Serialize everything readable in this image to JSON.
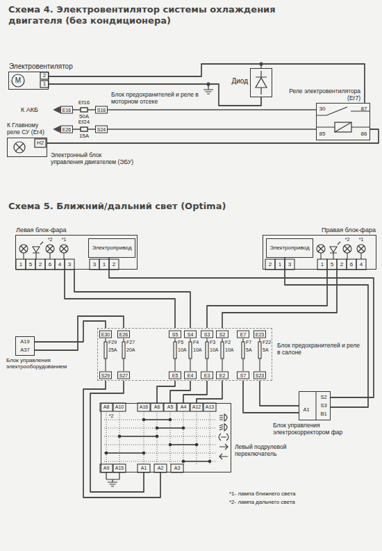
{
  "diagram": {
    "title": "Схема 4. Электровентилятор системы охлаждения двигателя (без кондиционера)",
    "nodes": [
      {
        "text": [
          "Электровентилятор"
        ]
      },
      {
        "text": [
          "Диод"
        ]
      },
      {
        "text": [
          "Реле электровентилятора (Er7)"
        ]
      },
      {
        "text": [
          "Электронный блок управления двигателем (ЭБУ)"
        ]
      },
      {
        "text": [
          "Левая блок-фара"
        ]
      },
      {
        "text": [
          "Электропривод"
        ],
        "in": 4
      },
      {
        "text": [
          "Правая блок-фара"
        ]
      },
      {
        "text": [
          "Электропривод"
        ],
        "in": 6
      },
      {
        "text": [
          "Блок управления электрооборудованием"
        ]
      },
      {
        "text": [
          "Блок предохранителей и реле в салоне"
        ]
      },
      {
        "text": [
          "Левый подрулевой переключатель"
        ]
      },
      {
        "text": [
          "Блок управления электрокорректором фар"
        ]
      }
    ],
    "edges": [
      {
        "from": 0,
        "to": 2,
        "arrow": "none"
      },
      {
        "from": 0,
        "to": 1,
        "arrow": "none"
      },
      {
        "from": 3,
        "to": 2,
        "arrow": "none"
      },
      {
        "from": 4,
        "to": 9,
        "arrow": "none"
      },
      {
        "from": 4,
        "to": 9,
        "arrow": "none"
      },
      {
        "from": 6,
        "to": 9,
        "arrow": "none"
      },
      {
        "from": 6,
        "to": 9,
        "arrow": "none"
      },
      {
        "from": 8,
        "to": 9,
        "arrow": "none"
      },
      {
        "from": 8,
        "to": 9,
        "arrow": "none"
      },
      {
        "from": 9,
        "to": 10,
        "arrow": "none"
      },
      {
        "from": 9,
        "to": 10,
        "arrow": "none"
      },
      {
        "from": 9,
        "to": 10,
        "arrow": "none"
      },
      {
        "from": 9,
        "to": 10,
        "arrow": "none"
      },
      {
        "from": 9,
        "to": 10,
        "arrow": "none"
      },
      {
        "from": 9,
        "to": 10,
        "arrow": "none"
      },
      {
        "from": 9,
        "to": 11,
        "arrow": "none"
      },
      {
        "from": 9,
        "to": 11,
        "arrow": "none"
      },
      {
        "from": 5,
        "to": 11,
        "arrow": "none"
      },
      {
        "from": 7,
        "to": 11,
        "arrow": "none"
      }
    ],
    "labels": [
      "Схема 5. Ближний/дальний свет (Optima)",
      "M",
      "2",
      "1",
      "Блок предохранителей и реле в моторном отсеке",
      "К АКБ",
      "E16",
      "Ef16",
      "50A",
      "S16",
      "К Главному реле СУ (Er4)",
      "E26",
      "Ef24",
      "15A",
      "S24",
      "30",
      "87",
      "85",
      "86",
      "H2",
      "*2",
      "*1",
      "1",
      "5",
      "2",
      "6",
      "4",
      "3",
      "3",
      "1",
      "2",
      "2",
      "1",
      "3",
      "*2",
      "*1",
      "1",
      "5",
      "2",
      "6",
      "4",
      "A19",
      "A37",
      "E30",
      "E26",
      "S5",
      "S4",
      "S3",
      "S2",
      "E7",
      "E23",
      "F29",
      "25A",
      "F27",
      "20A",
      "F5",
      "10A",
      "F4",
      "10A",
      "F3",
      "10A",
      "F2",
      "10A",
      "F7",
      "5A",
      "F22",
      "5A",
      "S29",
      "S27",
      "E5",
      "E4",
      "E3",
      "E2",
      "S7",
      "S23",
      "A8",
      "A10",
      "A16",
      "A6",
      "A5",
      "A4",
      "A12",
      "A13",
      "*2",
      "A9",
      "A15",
      "A1",
      "A2",
      "A3",
      "A1",
      "S2",
      "S3",
      "B1",
      "*1- лампа ближнего света",
      "*2- лампа дальнего света"
    ]
  }
}
